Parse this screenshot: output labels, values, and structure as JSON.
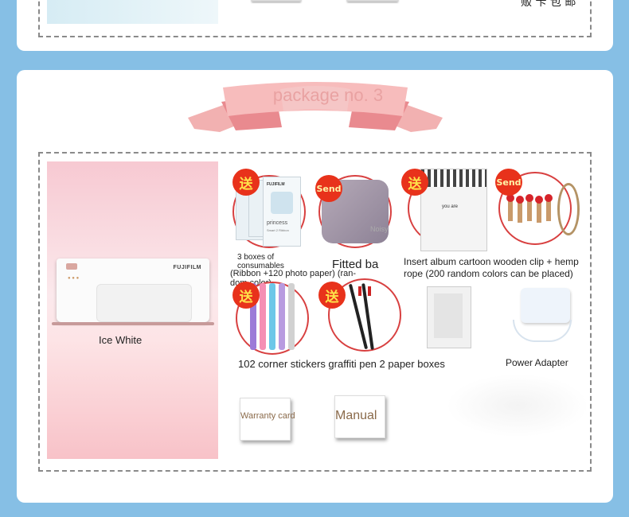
{
  "top_section": {
    "footer_text": "贩 卡 包 邮"
  },
  "package": {
    "title": "package no. 3",
    "colors": {
      "ribbon": "#f0a3a3",
      "ribbon_dark": "#e27f84",
      "title": "#e9a2a2",
      "badge_bg": "#e8321b",
      "badge_fg": "#ffe24a",
      "circle": "#d84040"
    }
  },
  "printer": {
    "brand": "FUJIFILM",
    "color_label": "Ice White"
  },
  "gifts": {
    "badge_send_cn": "送",
    "badge_send_en": "Send",
    "item1": {
      "label_line1": "3 boxes of",
      "label_line2": "consumables",
      "label_line3": "(Ribbon +120 photo paper) (ran-",
      "label_line4": "dom color)",
      "box_brand": "FUJIFILM",
      "box_name": "princess",
      "box_sub": "Smart 2 Ribbon"
    },
    "item2": {
      "label": "Fitted ba",
      "overlay": "Noisy"
    },
    "item3": {
      "label_line1": "Insert album cartoon wooden clip + hemp",
      "label_line2": "rope (200 random colors can be placed)",
      "album_text": "you are"
    },
    "item5": {
      "label": "102 corner stickers graffiti pen 2 paper boxes"
    },
    "item6": {
      "label": "Power Adapter"
    },
    "warranty_card": "Warranty card",
    "manual": "Manual"
  }
}
